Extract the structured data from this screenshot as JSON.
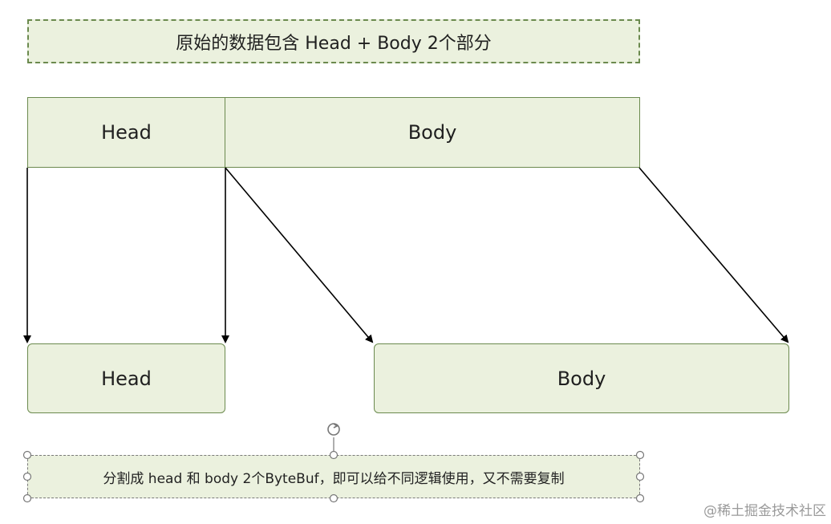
{
  "title": "原始的数据包含 Head + Body 2个部分",
  "original": {
    "head_label": "Head",
    "body_label": "Body"
  },
  "split": {
    "head_label": "Head",
    "body_label": "Body"
  },
  "caption": "分割成 head 和 body 2个ByteBuf，即可以给不同逻辑使用，又不需要复制",
  "watermark": "@稀土掘金技术社区",
  "colors": {
    "box_fill": "#ebf1de",
    "box_border": "#6b8a4e",
    "arrow": "#000000"
  }
}
